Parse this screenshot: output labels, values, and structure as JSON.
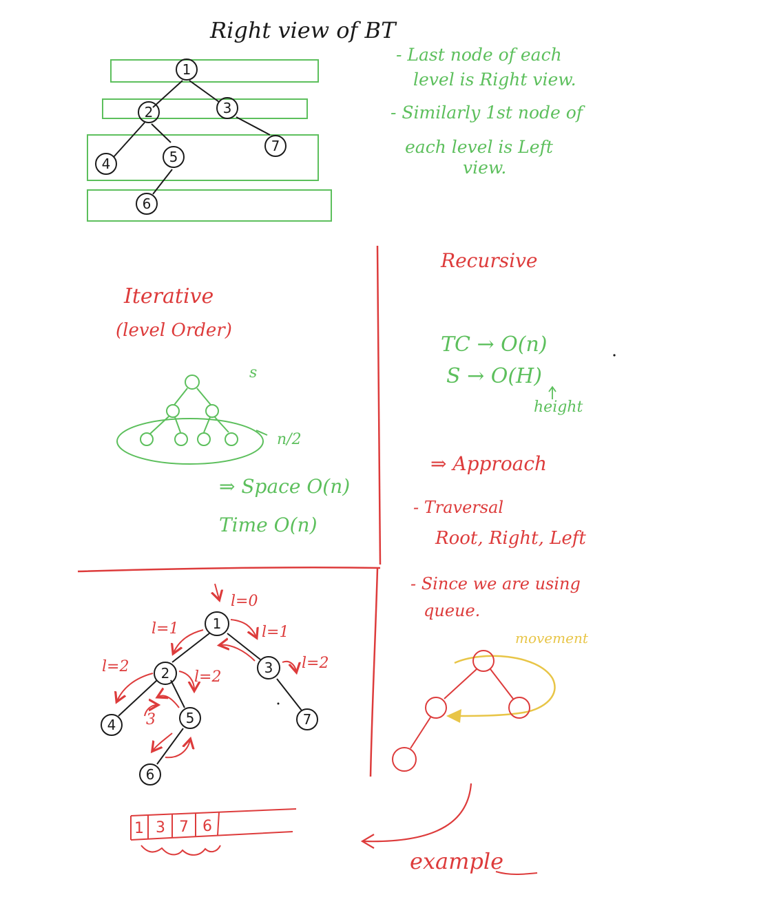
{
  "title": "Right view of BT",
  "notes": {
    "line1": "- Last node of each",
    "line2": "level is Right view.",
    "line3": "- Similarly 1st node of",
    "line4": "each level is Left",
    "line5": "view."
  },
  "top_tree": {
    "nodes": [
      "1",
      "2",
      "3",
      "4",
      "5",
      "7",
      "6"
    ]
  },
  "iterative": {
    "heading": "Iterative",
    "subheading": "(level Order)",
    "s_mark": "s",
    "n_half": "n/2",
    "space": "⇒ Space O(n)",
    "time": "Time O(n)"
  },
  "recursive": {
    "heading": "Recursive",
    "tc": "TC → O(n)",
    "sc": "S → O(H)",
    "height": "height",
    "approach": "⇒ Approach",
    "traversal_label": "- Traversal",
    "traversal_order": "Root, Right, Left",
    "since_line1": "- Since we are using",
    "since_line2": "queue.",
    "movement": "movement",
    "example": "example"
  },
  "bottom_tree": {
    "nodes": [
      "1",
      "2",
      "3",
      "4",
      "5",
      "7",
      "6"
    ],
    "levels": {
      "l0": "l=0",
      "l1_left": "l=1",
      "l1_right": "l=1",
      "l2_left": "l=2",
      "l2_mid": "l=2",
      "l2_right": "l=2",
      "l3": "3"
    }
  },
  "result_array": [
    "1",
    "3",
    "7",
    "6"
  ],
  "colors": {
    "ink": "#1a1a1a",
    "green": "#5cbf5c",
    "red": "#dd3b3b",
    "yellow": "#e8c547"
  }
}
